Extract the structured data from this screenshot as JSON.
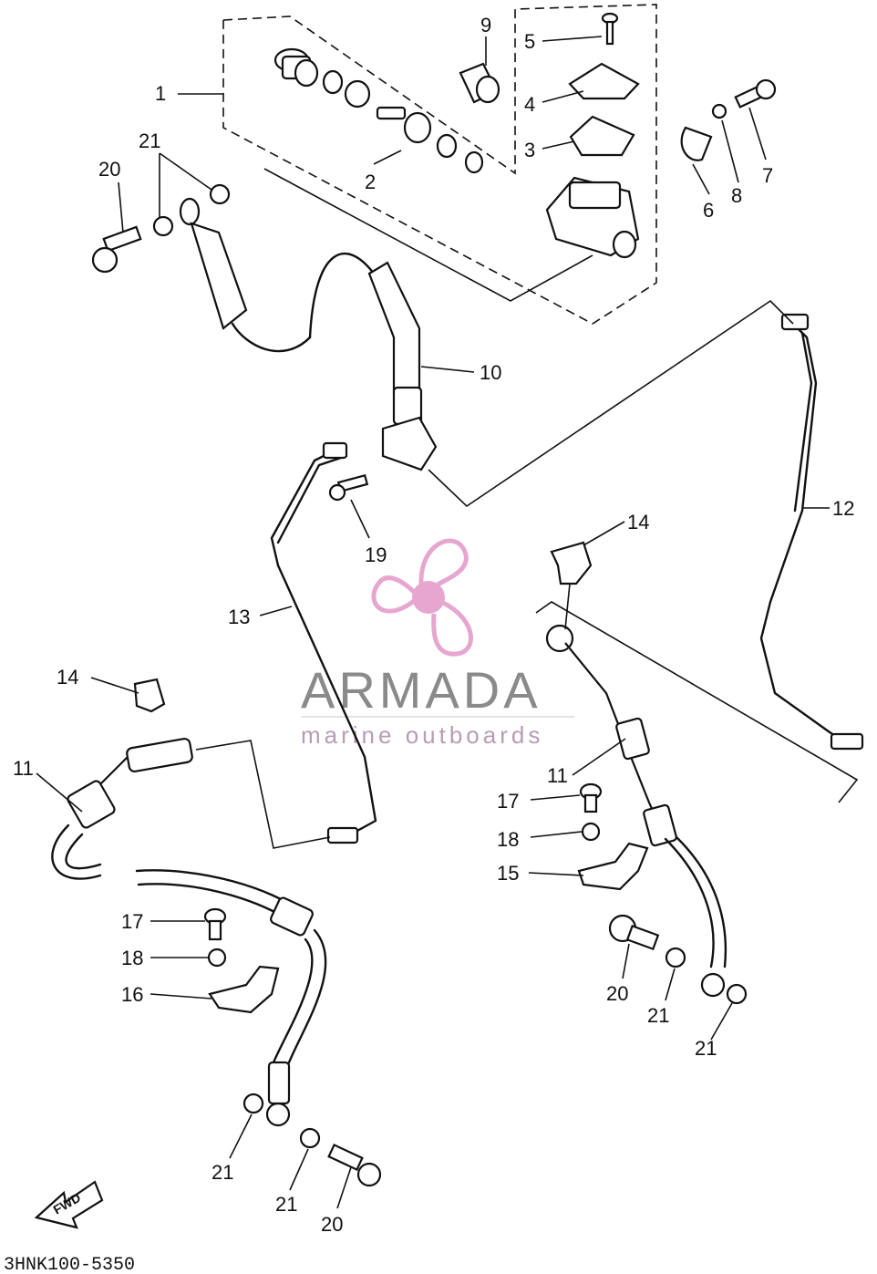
{
  "diagram_code": "3HNK100-5350",
  "watermark": {
    "brand": "ARMADA",
    "tagline": "marine outboards",
    "color_logo": "#e7a6cf",
    "color_text": "#8a8a8a"
  },
  "fwd_label": "FWD",
  "callouts": {
    "c1": "1",
    "c2": "2",
    "c3": "3",
    "c4": "4",
    "c5": "5",
    "c6": "6",
    "c7": "7",
    "c8": "8",
    "c9": "9",
    "c10": "10",
    "c11a": "11",
    "c11b": "11",
    "c12": "12",
    "c13": "13",
    "c14a": "14",
    "c14b": "14",
    "c15": "15",
    "c16": "16",
    "c17a": "17",
    "c17b": "17",
    "c18a": "18",
    "c18b": "18",
    "c19": "19",
    "c20a": "20",
    "c20b": "20",
    "c20c": "20",
    "c21a": "21",
    "c21b": "21",
    "c21c": "21",
    "c21d": "21",
    "c21e": "21"
  }
}
